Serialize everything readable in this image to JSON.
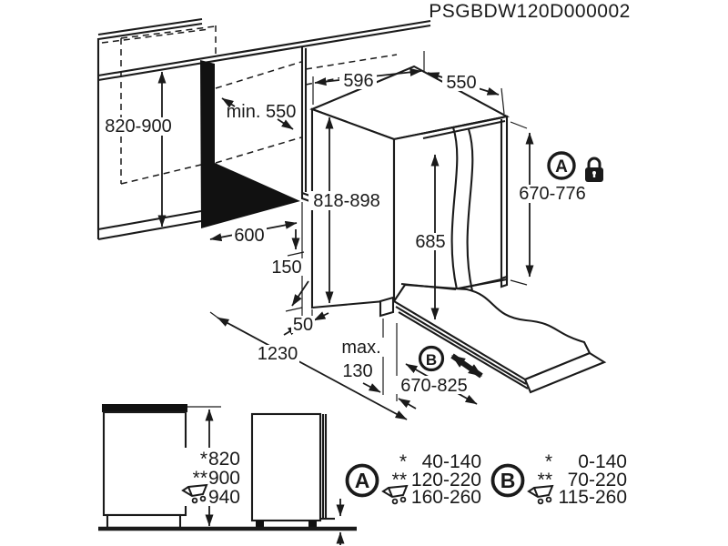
{
  "title": "PSGBDW120D000002",
  "colors": {
    "ink": "#1a1a1a",
    "paper": "#ffffff"
  },
  "dimensions": {
    "niche_height": "820-900",
    "niche_depth": "min. 550",
    "niche_width": "600",
    "unit_width": "596",
    "unit_depth": "550",
    "unit_height": "818-898",
    "door_opening_height": "685",
    "door_panel_height_a": "670-776",
    "plinth_height": "150",
    "side_clearance": "50",
    "front_clearance": "1230",
    "toe_kick_label": "max.",
    "toe_kick_value": "130",
    "plinth_panel_width_b": "670-825"
  },
  "markers": {
    "a": "A",
    "b": "B"
  },
  "height_table": {
    "rows": [
      {
        "prefix": "*",
        "value": "820"
      },
      {
        "prefix": "**",
        "value": "900"
      },
      {
        "prefix": "cart-icon",
        "value": "940"
      }
    ]
  },
  "table_a": {
    "label": "A",
    "rows": [
      {
        "prefix": "*",
        "value": "40-140"
      },
      {
        "prefix": "**",
        "value": "120-220"
      },
      {
        "prefix": "cart-icon",
        "value": "160-260"
      }
    ]
  },
  "table_b": {
    "label": "B",
    "rows": [
      {
        "prefix": "*",
        "value": "0-140"
      },
      {
        "prefix": "**",
        "value": "70-220"
      },
      {
        "prefix": "cart-icon",
        "value": "115-260"
      }
    ]
  }
}
